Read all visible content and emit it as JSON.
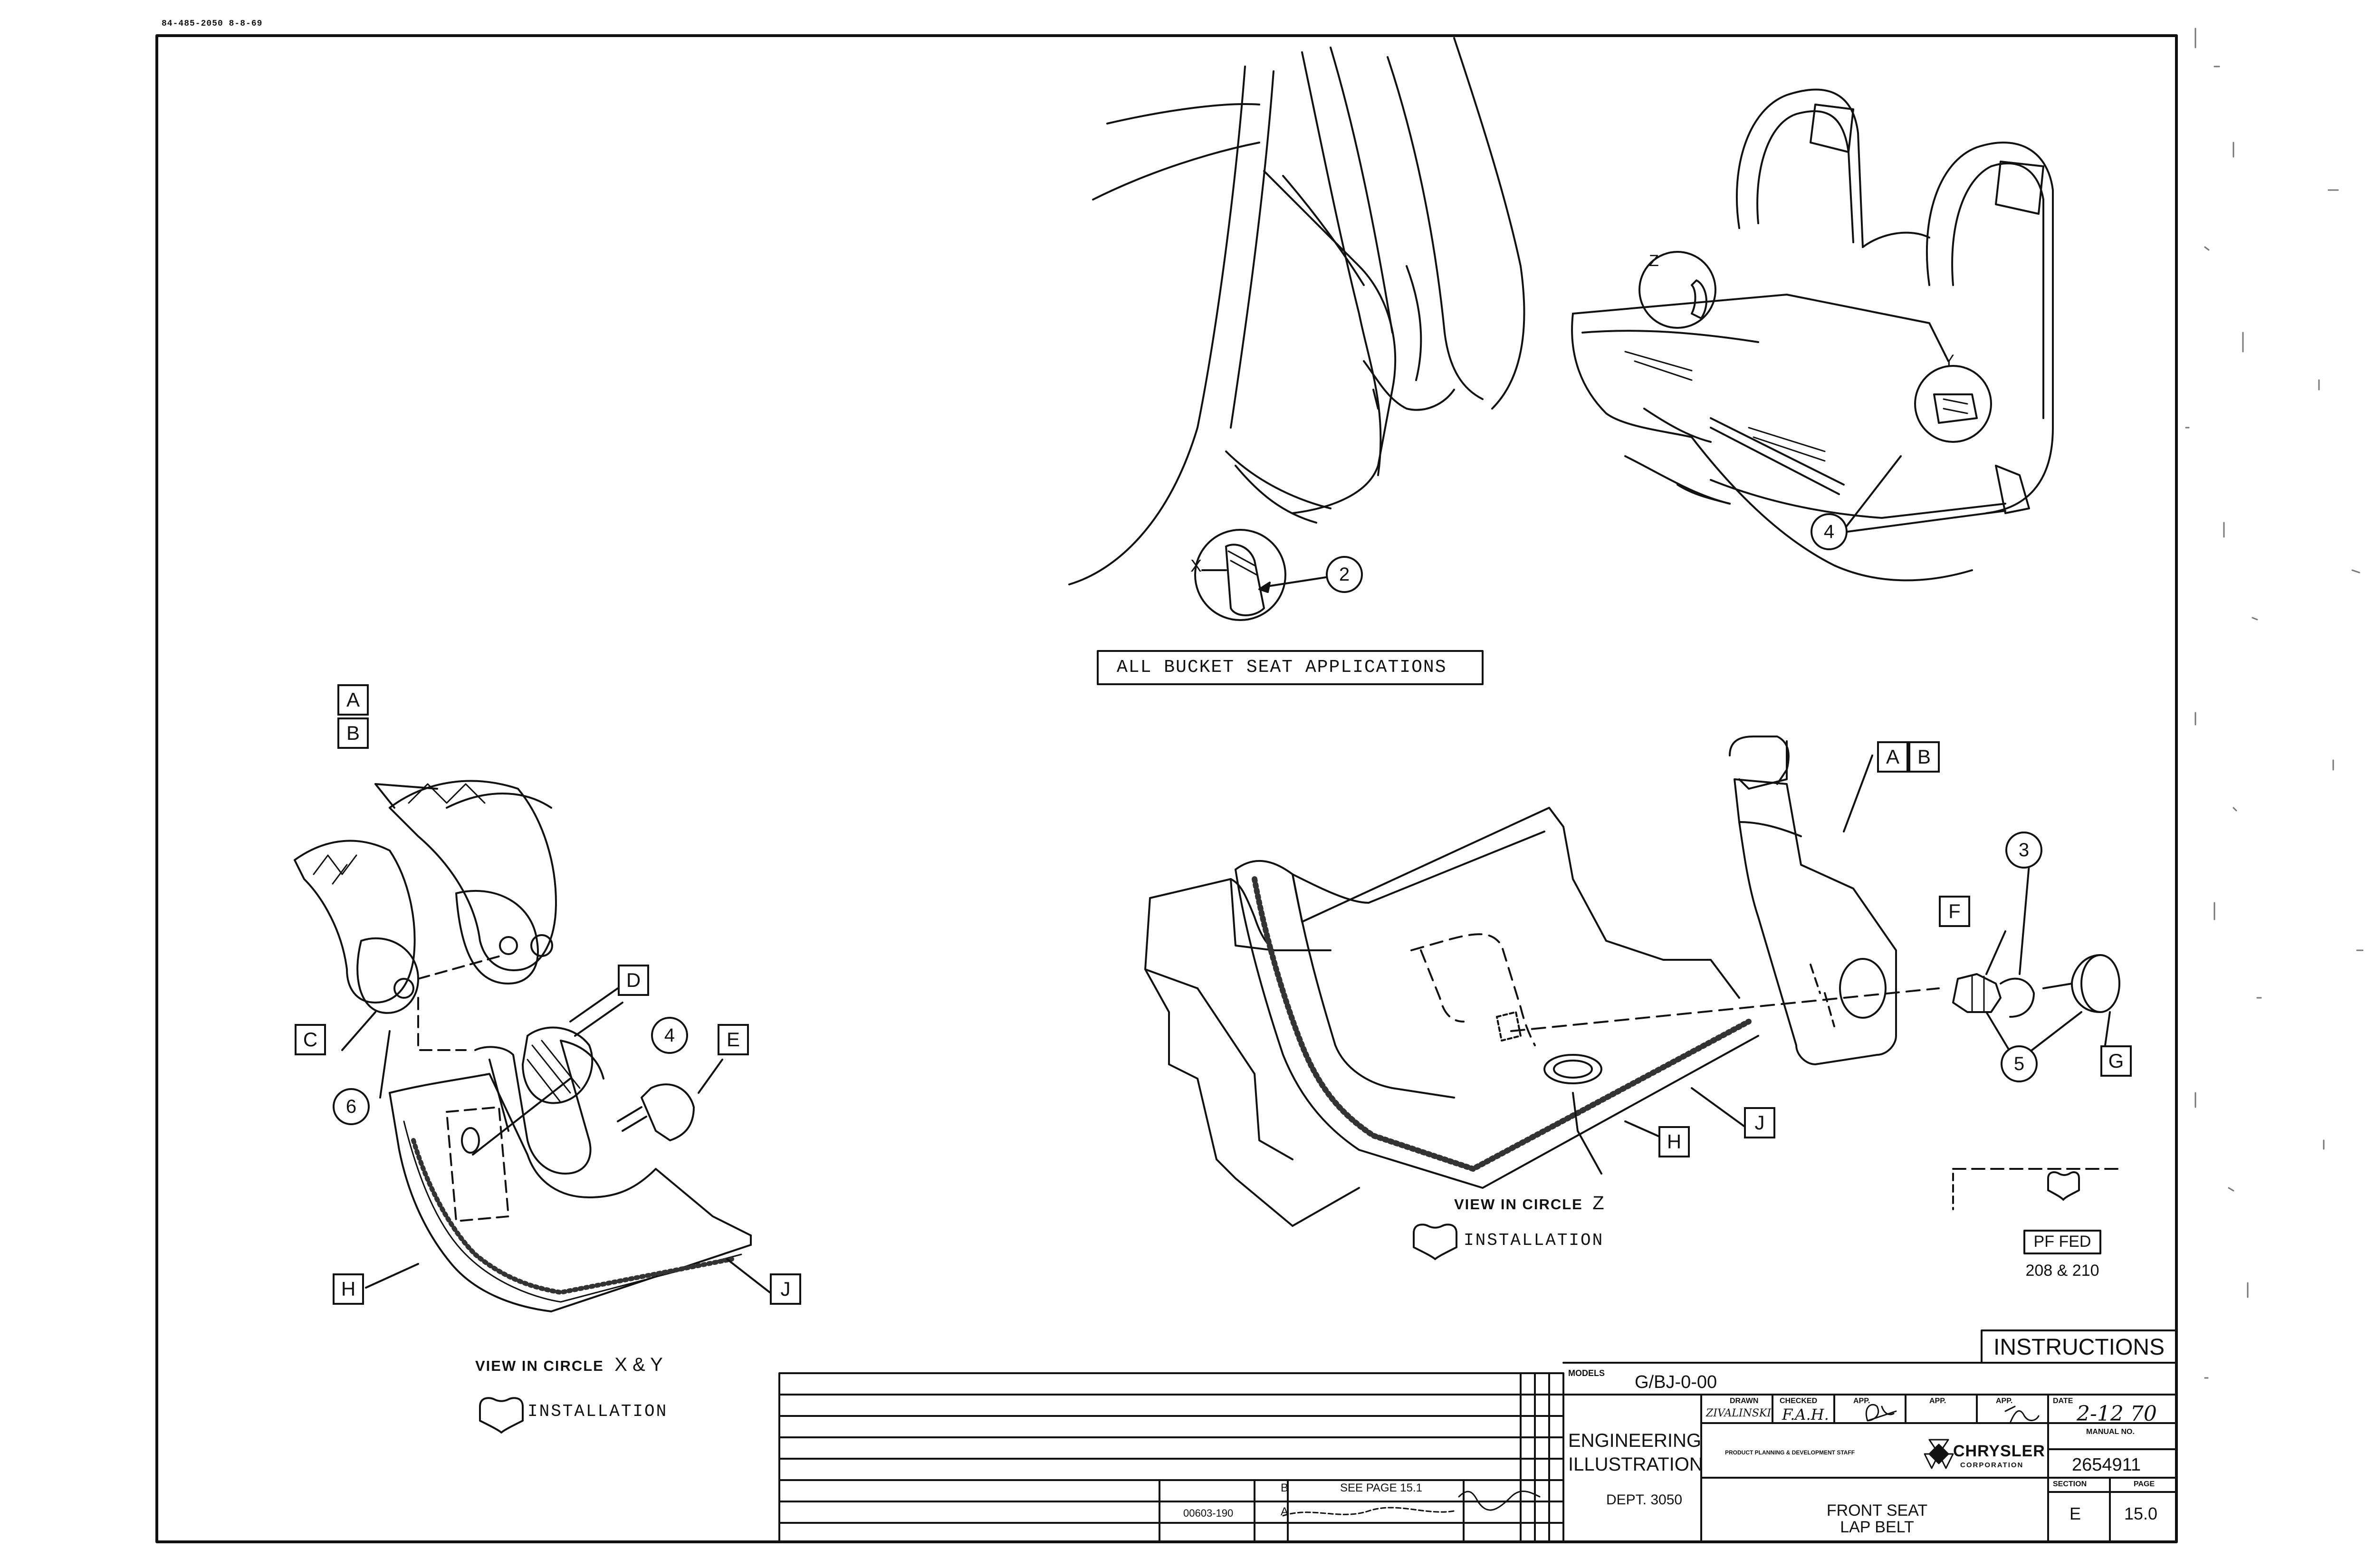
{
  "header_code": "84-485-2050 8-8-69",
  "bucket_caption": "ALL BUCKET SEAT APPLICATIONS",
  "view_xy": {
    "title": "VIEW IN CIRCLE",
    "letters": "X & Y",
    "sub": "INSTALLATION"
  },
  "view_z": {
    "title": "VIEW IN CIRCLE",
    "letters": "Z",
    "sub": "INSTALLATION"
  },
  "callouts": {
    "A": "A",
    "B": "B",
    "C": "C",
    "D": "D",
    "E": "E",
    "F": "F",
    "G": "G",
    "H": "H",
    "J": "J",
    "X": "X",
    "Y": "Y",
    "Z": "Z",
    "n2": "2",
    "n3": "3",
    "n4": "4",
    "n5": "5",
    "n6": "6"
  },
  "pf_box": {
    "label": "PF FED",
    "models": "208 & 210"
  },
  "title_block": {
    "instructions": "INSTRUCTIONS",
    "models_label": "MODELS",
    "models_value": "G/BJ-0-00",
    "engineering_line1": "ENGINEERING",
    "engineering_line2": "ILLUSTRATION",
    "dept": "DEPT. 3050",
    "drawn_label": "DRAWN",
    "drawn_value": "ZIVALINSKI",
    "checked_label": "CHECKED",
    "checked_value": "F.A.H.",
    "app_label": "APP.",
    "date_label": "DATE",
    "date_value": "2-12 70",
    "staff": "PRODUCT PLANNING & DEVELOPMENT STAFF",
    "company": "CHRYSLER",
    "company_sub": "CORPORATION",
    "manual_label": "MANUAL NO.",
    "manual_value": "2654911",
    "part_line1": "FRONT SEAT",
    "part_line2": "LAP BELT",
    "section_label": "SECTION",
    "section_value": "E",
    "page_label": "PAGE",
    "page_value": "15.0",
    "rev_b": "B",
    "rev_a": "A",
    "rev_note_b": "SEE PAGE 15.1",
    "rev_no_a": "00603-190"
  }
}
